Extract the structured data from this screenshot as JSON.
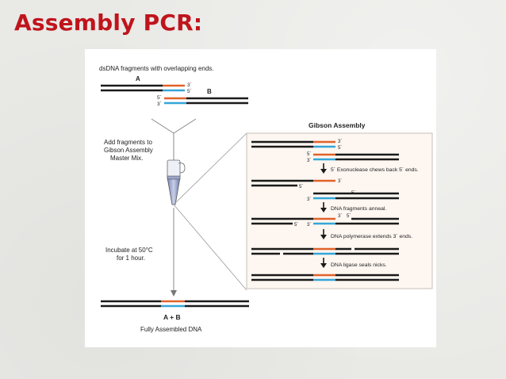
{
  "slide": {
    "title": "Assembly PCR:"
  },
  "colors": {
    "title_red": "#c0141c",
    "orange": "#e0622a",
    "blue": "#35a6d8",
    "black": "#1a1a1a"
  },
  "figure": {
    "top_caption": "dsDNA fragments with overlapping ends.",
    "fragment_a_label": "A",
    "fragment_b_label": "B",
    "end_3prime": "3´",
    "end_5prime": "5´",
    "add_step_text": [
      "Add fragments to",
      "Gibson Assembly",
      "Master Mix."
    ],
    "incubate_text": [
      "Incubate at 50°C",
      "for 1 hour."
    ],
    "product_label": "A + B",
    "product_caption": "Fully Assembled DNA",
    "gibson": {
      "title": "Gibson Assembly",
      "step1": "5´ Exonuclease chews back 5´ ends.",
      "step2": "DNA fragments anneal.",
      "step3": "DNA polymerase extends 3´ ends.",
      "step4": "DNA ligase seals nicks."
    }
  }
}
